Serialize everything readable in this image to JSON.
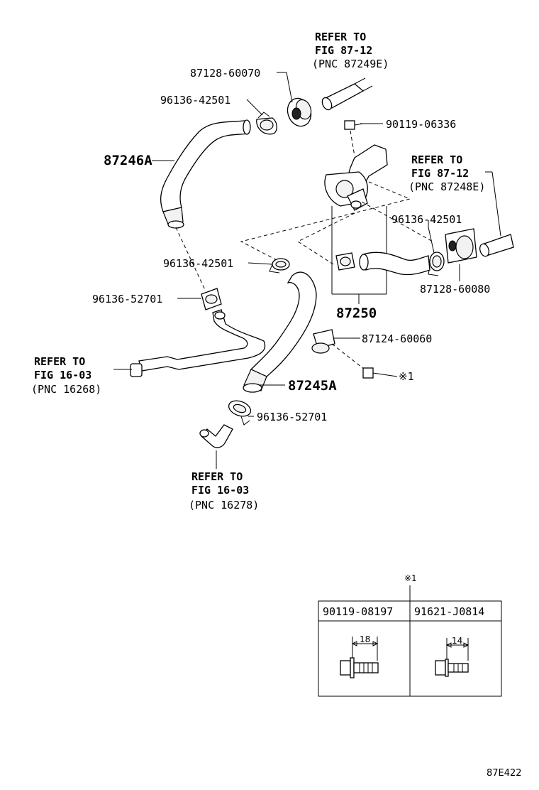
{
  "labels": {
    "refer_top": {
      "line1": "REFER TO",
      "line2": "FIG 87-12",
      "line3": "(PNC 87249E)"
    },
    "refer_right": {
      "line1": "REFER TO",
      "line2": "FIG 87-12",
      "line3": "(PNC 87248E)"
    },
    "refer_left": {
      "line1": "REFER TO",
      "line2": "FIG 16-03",
      "line3": "(PNC 16268)"
    },
    "refer_bottom": {
      "line1": "REFER TO",
      "line2": "FIG 16-03",
      "line3": "(PNC 16278)"
    },
    "p_87128_60070": "87128-60070",
    "p_96136_42501_a": "96136-42501",
    "p_87246A": "87246A",
    "p_90119_06336": "90119-06336",
    "p_96136_42501_b": "96136-42501",
    "p_96136_42501_c": "96136-42501",
    "p_87128_60080": "87128-60080",
    "p_96136_52701_a": "96136-52701",
    "p_87250": "87250",
    "p_87124_60060": "87124-60060",
    "p_note_ref": "※1",
    "p_87245A": "87245A",
    "p_96136_52701_b": "96136-52701"
  },
  "bolt_table": {
    "note_mark": "※1",
    "columns": [
      {
        "part_no": "90119-08197",
        "dimension": "18"
      },
      {
        "part_no": "91621-J0814",
        "dimension": "14"
      }
    ]
  },
  "figure_code": "87E422"
}
